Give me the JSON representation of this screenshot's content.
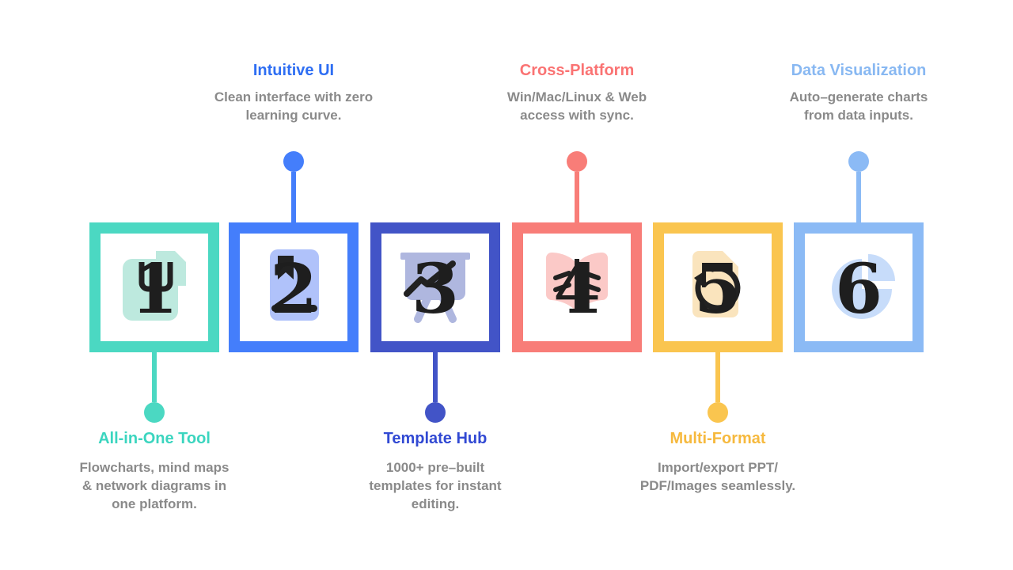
{
  "background_color": "#ffffff",
  "number_color": "#1e1e1e",
  "description_color": "#8a8a8a",
  "features": [
    {
      "number": "1",
      "title": "All-in-One Tool",
      "description": "Flowcharts, mind maps\n& network diagrams in\none platform.",
      "color": "#4bd8c2",
      "title_color": "#3bd5bf",
      "icon_bg": "#bde9de",
      "icon": "import-file-icon",
      "label_position": "bottom"
    },
    {
      "number": "2",
      "title": "Intuitive UI",
      "description": "Clean interface with zero\nlearning curve.",
      "color": "#447efb",
      "title_color": "#2e6ef3",
      "icon_bg": "#b0c2fa",
      "icon": "bookmark-book-icon",
      "label_position": "top"
    },
    {
      "number": "3",
      "title": "Template Hub",
      "description": "1000+ pre–built\ntemplates for instant\nediting.",
      "color": "#4254c7",
      "title_color": "#3149d3",
      "icon_bg": "#afb7df",
      "icon": "presentation-board-icon",
      "label_position": "bottom"
    },
    {
      "number": "4",
      "title": "Cross-Platform",
      "description": "Win/Mac/Linux & Web\naccess with sync.",
      "color": "#f87d78",
      "title_color": "#fa7373",
      "icon_bg": "#fbc9c7",
      "icon": "open-book-icon",
      "label_position": "top"
    },
    {
      "number": "5",
      "title": "Multi-Format",
      "description": "Import/export PPT/\nPDF/Images seamlessly.",
      "color": "#fac54f",
      "title_color": "#f6b93e",
      "icon_bg": "#fae4bd",
      "icon": "document-sync-icon",
      "label_position": "bottom"
    },
    {
      "number": "6",
      "title": "Data Visualization",
      "description": "Auto–generate charts\nfrom data inputs.",
      "color": "#8bbaf5",
      "title_color": "#88b8f2",
      "icon_bg": "#c7dcfa",
      "icon": "pie-chart-icon",
      "label_position": "top"
    }
  ]
}
